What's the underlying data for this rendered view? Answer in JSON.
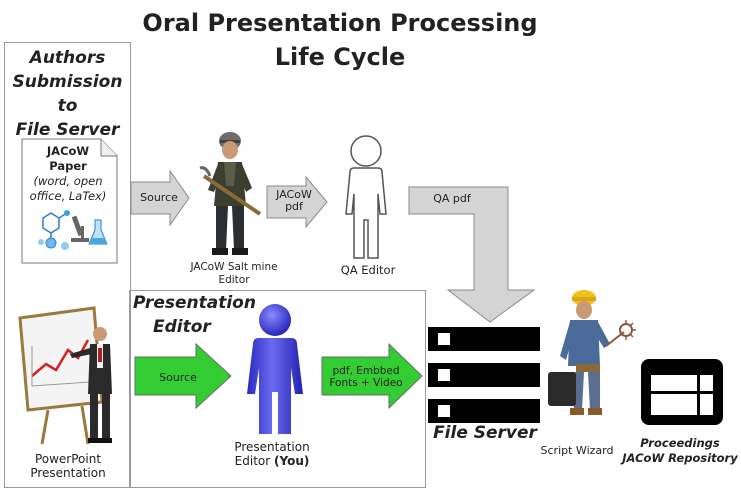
{
  "title": {
    "line1": "Oral Presentation Processing",
    "line2": "Life Cycle"
  },
  "authors_box": {
    "line1": "Authors",
    "line2": "Submission to",
    "line3": "File Server"
  },
  "paper_doc": {
    "title1": "JACoW",
    "title2": "Paper",
    "formats1": "(word, open",
    "formats2": "office, LaTex)"
  },
  "arrows": {
    "source_top": "Source",
    "jacow_pdf_1": "JACoW",
    "jacow_pdf_2": "pdf",
    "qa_pdf": "QA pdf",
    "source_green": "Source",
    "embed_1": "pdf, Embbed",
    "embed_2": "Fonts + Video"
  },
  "people": {
    "salt_mine_1": "JACoW Salt mine",
    "salt_mine_2": "Editor",
    "qa_editor": "QA Editor",
    "presentation_editor_1": "Presentation",
    "presentation_editor_2": "Editor",
    "presentation_editor_you": "(You)",
    "script_wizard": "Script Wizard"
  },
  "presentation_box": {
    "line1": "Presentation",
    "line2": "Editor"
  },
  "powerpoint": {
    "line1": "PowerPoint",
    "line2": "Presentation"
  },
  "file_server": "File Server",
  "proceedings": {
    "line1": "Proceedings",
    "line2": "JACoW Repository"
  },
  "colors": {
    "green_arrow": "#33cc33",
    "gray_arrow": "#d4d4d4",
    "blue_person": "#3a3ad6",
    "server_black": "#000000"
  }
}
